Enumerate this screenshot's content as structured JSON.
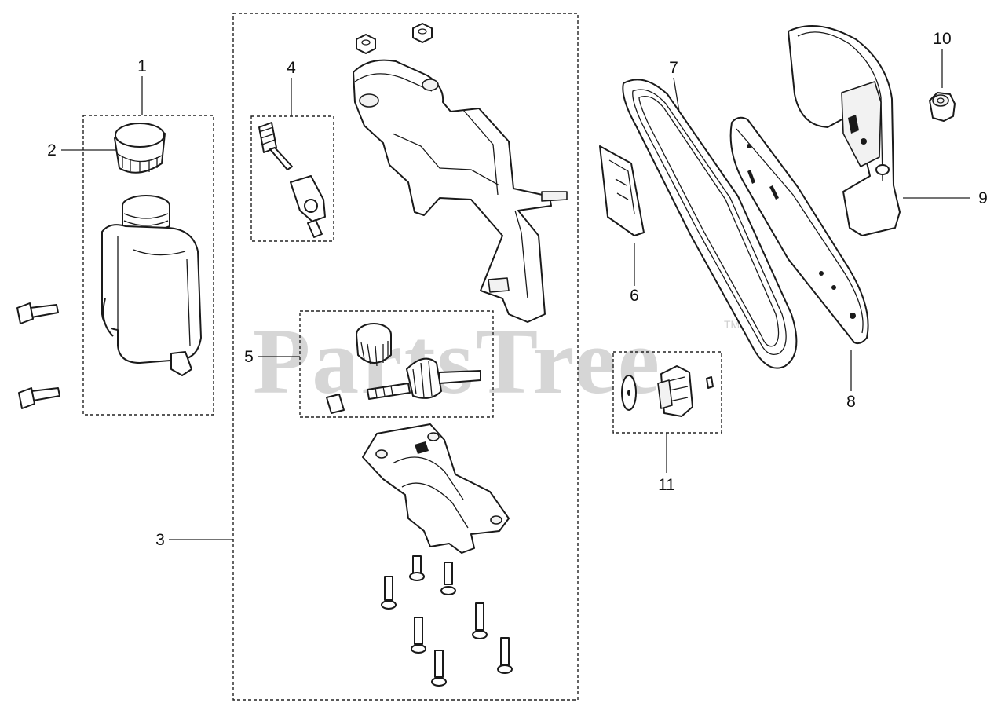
{
  "watermark": {
    "text": "PartsTree",
    "trademark": "TM"
  },
  "callouts": [
    {
      "id": "1",
      "label": "1"
    },
    {
      "id": "2",
      "label": "2"
    },
    {
      "id": "3",
      "label": "3"
    },
    {
      "id": "4",
      "label": "4"
    },
    {
      "id": "5",
      "label": "5"
    },
    {
      "id": "6",
      "label": "6"
    },
    {
      "id": "7",
      "label": "7"
    },
    {
      "id": "8",
      "label": "8"
    },
    {
      "id": "9",
      "label": "9"
    },
    {
      "id": "10",
      "label": "10"
    },
    {
      "id": "11",
      "label": "11"
    }
  ],
  "colors": {
    "line": "#1a1a1a",
    "watermark": "#cfcfcf",
    "background": "#ffffff"
  }
}
